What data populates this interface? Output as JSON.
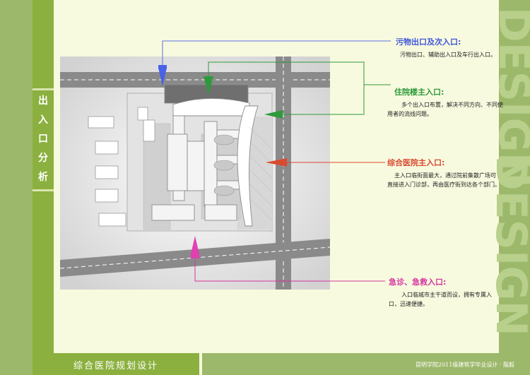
{
  "sidebar": {
    "title_chars": [
      "出",
      "入",
      "口",
      "分",
      "析"
    ]
  },
  "footer": {
    "project_title": "综合医院规划设计",
    "credit": "昆明学院2011级建筑学毕业设计 · 殷毅"
  },
  "callouts": [
    {
      "heading": "污物出口及次入口:",
      "desc": "污物出口、辅助出入口及车行出入口。",
      "color": "#5a6fe0"
    },
    {
      "heading": "住院楼主入口:",
      "desc": "多个出入口布置，解决不同方向、不同使用者的流线问题。",
      "color": "#2e9a3a"
    },
    {
      "heading": "综合医院主入口:",
      "desc": "主入口临街面最大，通过院前集散广场可直接进入门诊部，再由医疗街到达各个部门。",
      "color": "#d94a30"
    },
    {
      "heading": "急诊、急救入口:",
      "desc": "入口临城市主干道而设，拥有专属入口，迅速便捷。",
      "color": "#d4359e"
    }
  ],
  "colors": {
    "accent_green": "#8bb03f",
    "band_green": "#9cb86a",
    "page_bg": "#f8fadf"
  }
}
